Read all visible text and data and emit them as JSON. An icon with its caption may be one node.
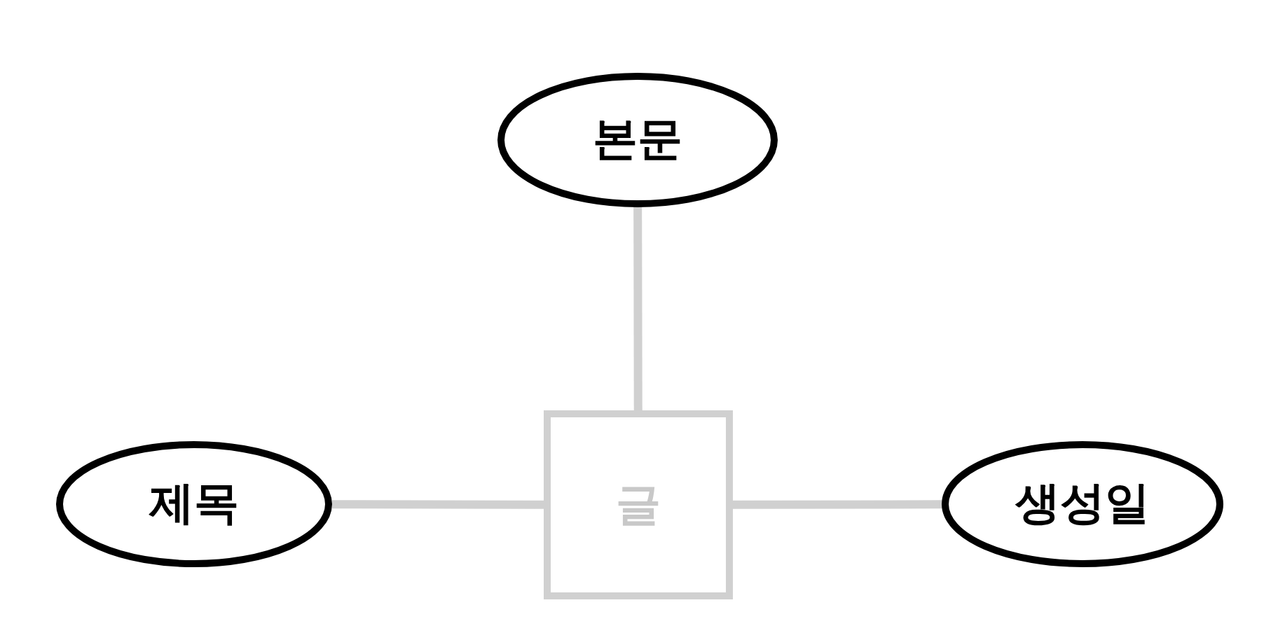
{
  "diagram": {
    "nodes": [
      {
        "text": [
          "본문"
        ]
      },
      {
        "text": [
          "제목"
        ]
      },
      {
        "text": [
          "글"
        ]
      },
      {
        "text": [
          "생성일"
        ]
      }
    ],
    "edges": [
      {
        "from": 2,
        "to": 0,
        "arrow": "none"
      },
      {
        "from": 2,
        "to": 1,
        "arrow": "none"
      },
      {
        "from": 2,
        "to": 3,
        "arrow": "none"
      }
    ]
  }
}
